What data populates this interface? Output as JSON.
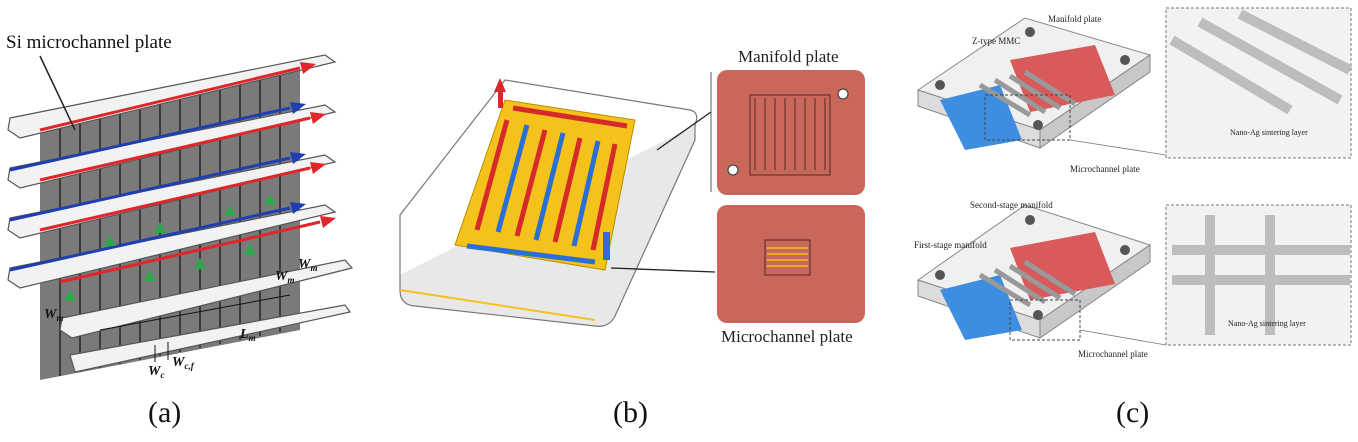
{
  "panel_a": {
    "title": "Si microchannel plate",
    "labels": {
      "wm": "W",
      "wm_sub": "m",
      "wm2": "W",
      "wm2_sub": "m",
      "lm": "L",
      "lm_sub": "m",
      "wc": "W",
      "wc_sub": "c",
      "wcf": "W",
      "wcf_sub": "c,f"
    },
    "caption": "(a)",
    "colors": {
      "hot": "#e0262b",
      "cold": "#1f3fb0",
      "green": "#2aa84a"
    }
  },
  "panel_b": {
    "manifold_title": "Manifold plate",
    "microchannel_title": "Microchannel plate",
    "caption": "(b)",
    "colors": {
      "plate": "#c8675a",
      "yellow": "#f4c21b",
      "red": "#d62a2a",
      "blue": "#2a6fd6"
    }
  },
  "panel_c": {
    "top_labels": [
      "Manifold plate",
      "Z-type MMC",
      "Nano-Ag sintering layer",
      "Microchannel plate"
    ],
    "bottom_labels": [
      "Second-stage manifold",
      "First-stage manifold",
      "Nano-Ag sintering layer",
      "Microchannel plate"
    ],
    "caption": "(c)"
  }
}
